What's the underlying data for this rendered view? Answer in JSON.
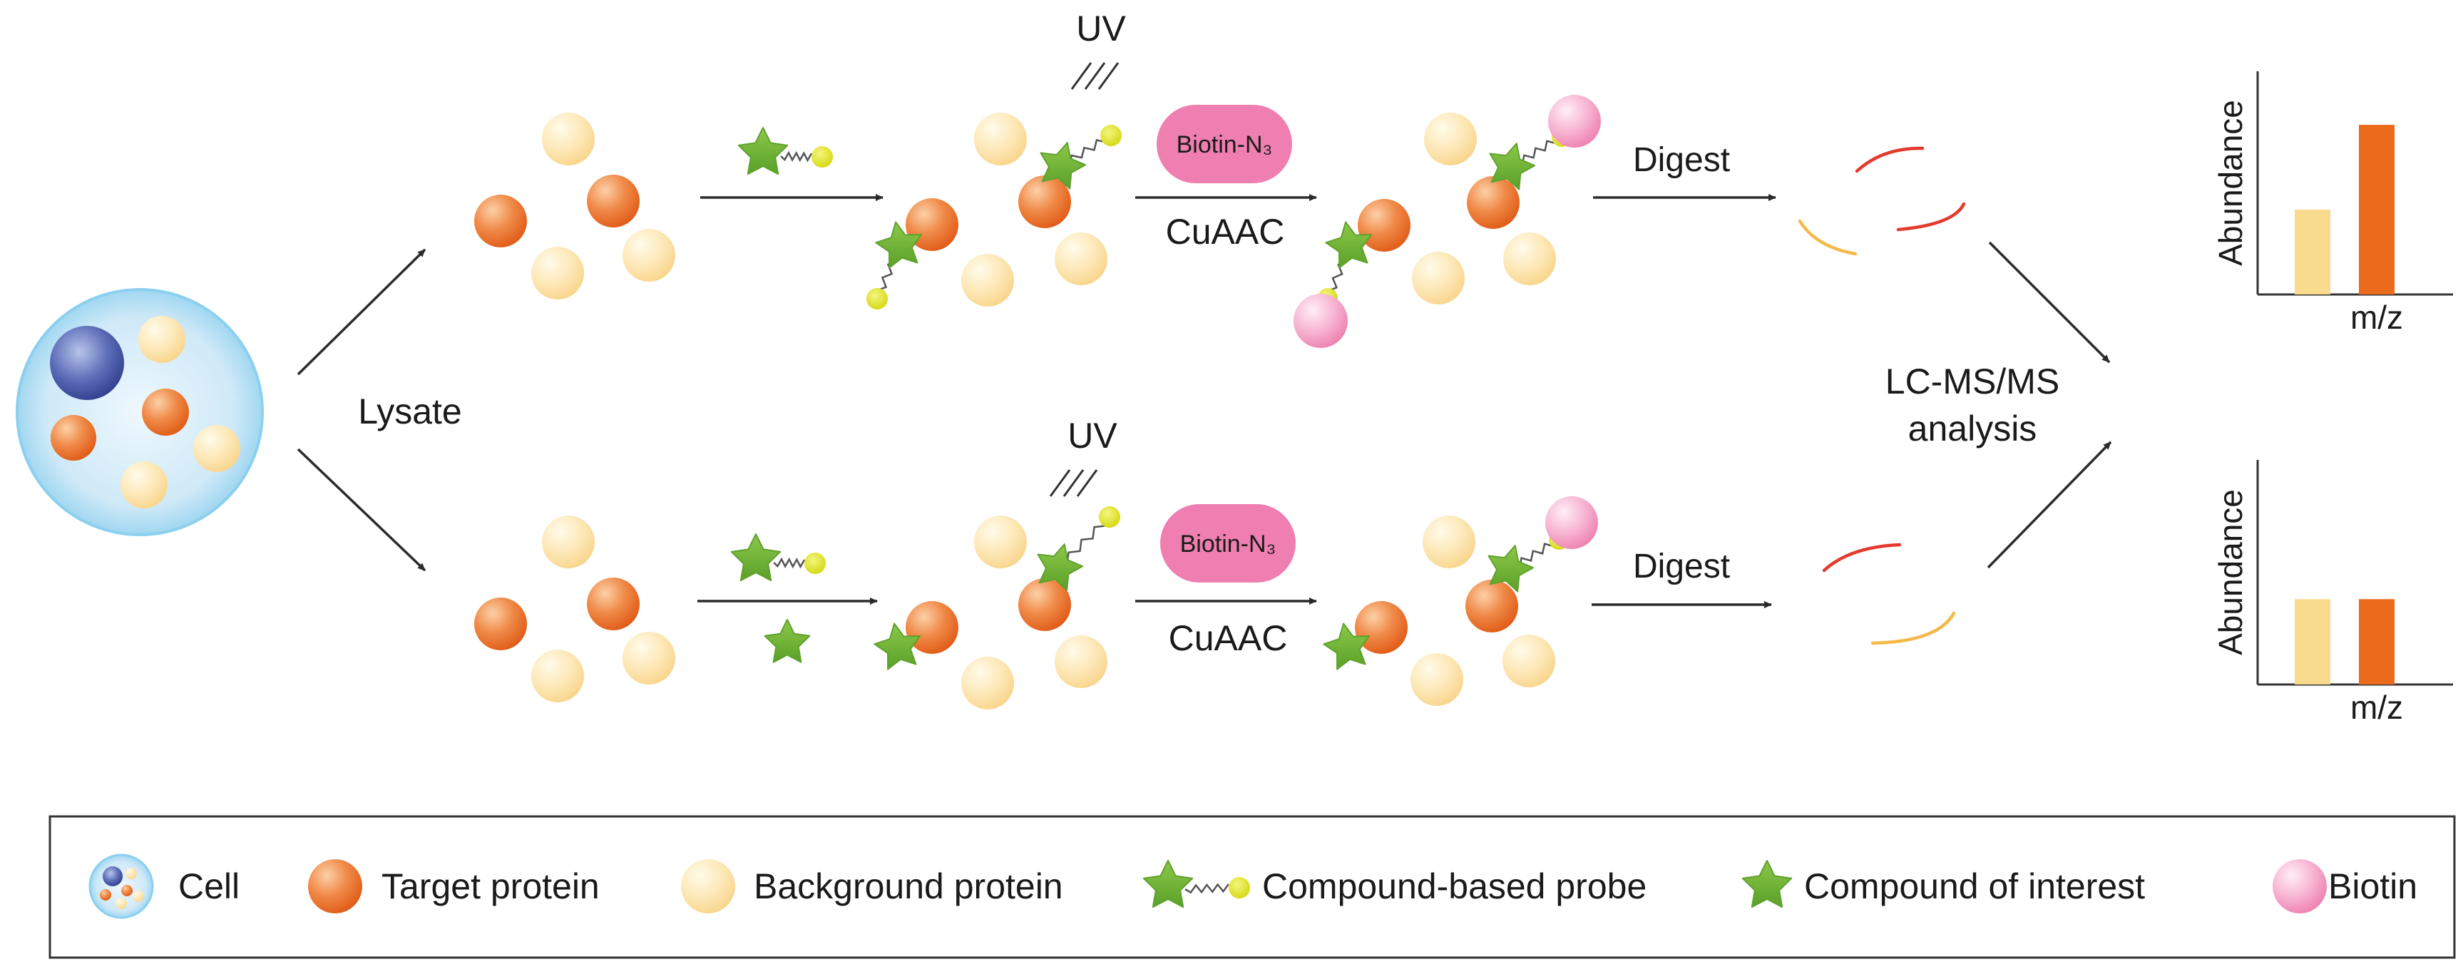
{
  "labels": {
    "lysate": "Lysate",
    "uv": "UV",
    "biotin_n3": "Biotin-N₃",
    "cuaac": "CuAAC",
    "digest": "Digest",
    "lcms_line1": "LC-MS/MS",
    "lcms_line2": "analysis"
  },
  "charts": [
    {
      "ylabel": "Abundance",
      "xlabel": "m/z",
      "values": [
        0.38,
        0.76
      ],
      "colors": [
        "#f8db8c",
        "#ec6a1c"
      ]
    },
    {
      "ylabel": "Abundance",
      "xlabel": "m/z",
      "values": [
        0.38,
        0.38
      ],
      "colors": [
        "#f8db8c",
        "#ec6a1c"
      ]
    }
  ],
  "legend": [
    {
      "icon": "cell-icon",
      "label": "Cell"
    },
    {
      "icon": "target-protein-icon",
      "label": "Target protein"
    },
    {
      "icon": "background-protein-icon",
      "label": "Background protein"
    },
    {
      "icon": "probe-icon",
      "label": "Compound-based probe"
    },
    {
      "icon": "compound-icon",
      "label": "Compound of interest"
    },
    {
      "icon": "biotin-icon",
      "label": "Biotin"
    }
  ],
  "colors": {
    "target": "#ec6a1c",
    "background": "#f8db8c",
    "star": "#6fb233",
    "probe_head": "#dfe21a",
    "biotin": "#f07fb1",
    "cell_fill": "#c8e7f7",
    "cell_nucleus": "#3c4d9a",
    "peptide_red": "#e33a2e",
    "peptide_yellow": "#f5b94a",
    "arrow": "#2a2a2a"
  }
}
